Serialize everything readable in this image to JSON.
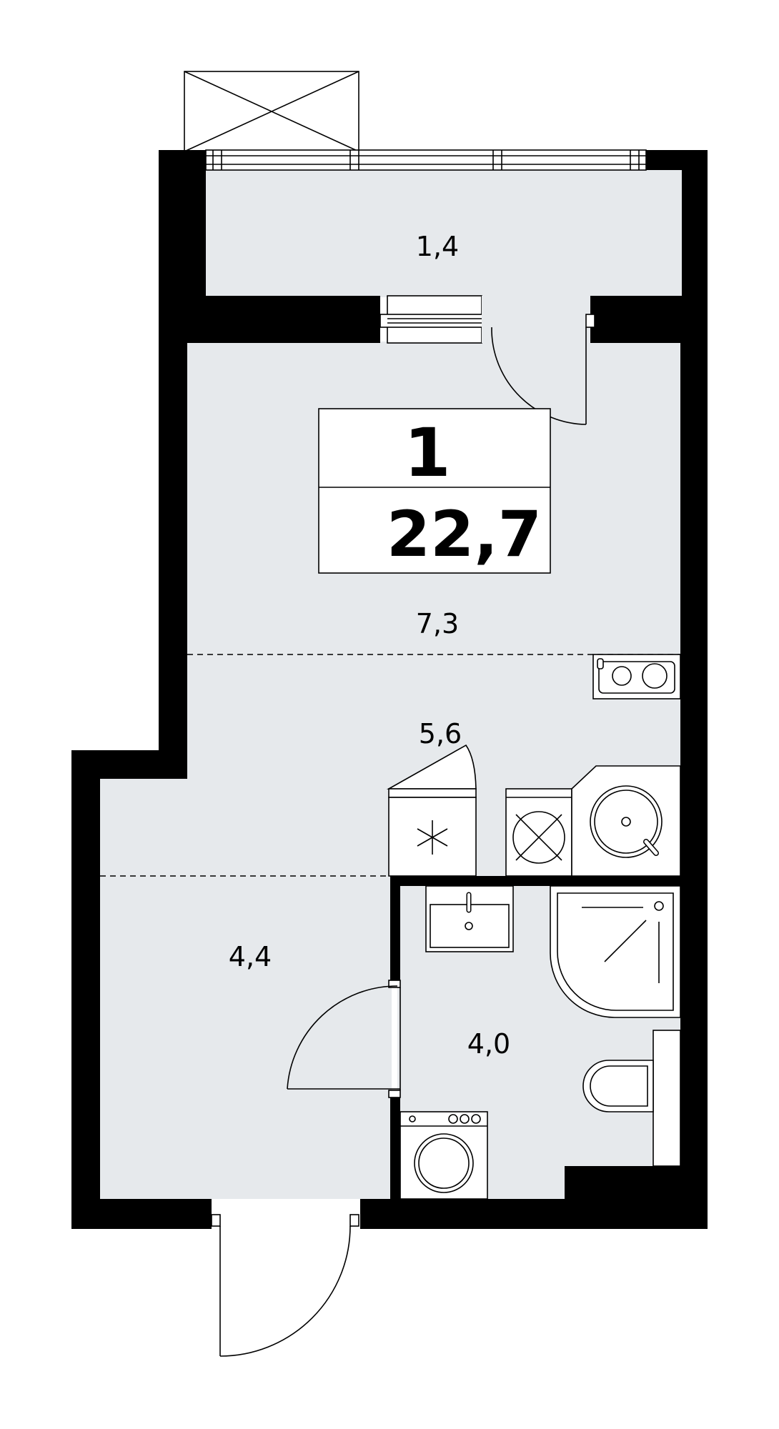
{
  "apartment": {
    "rooms_count": "1",
    "total_area": "22,7"
  },
  "areas": {
    "balcony": "1,4",
    "living_zone": "7,3",
    "kitchen_zone": "5,6",
    "hallway": "4,4",
    "bathroom": "4,0"
  },
  "colors": {
    "floor": "#e6e9ec",
    "wall": "#000000",
    "background": "#ffffff"
  },
  "icons": {
    "ventilation": "cross-box-icon",
    "fridge": "snowflake-icon",
    "stove": "cooktop-icon",
    "sink": "round-sink-icon",
    "washing_machine": "washer-icon",
    "toilet": "toilet-icon",
    "shower": "shower-icon",
    "washbasin": "washbasin-icon"
  }
}
